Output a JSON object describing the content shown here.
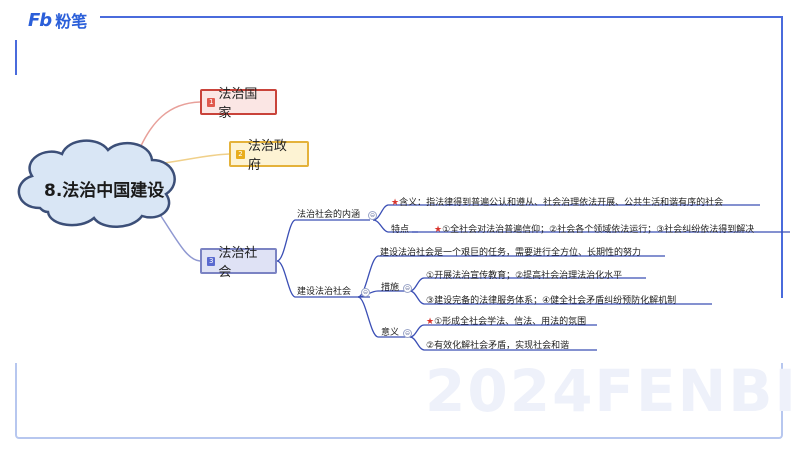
{
  "logo": {
    "mark": "Fb",
    "name": "粉笔"
  },
  "watermark": "2024FENBI",
  "root": {
    "title": "8.法治中国建设"
  },
  "branches": [
    {
      "num": "1",
      "label": "法治国家"
    },
    {
      "num": "2",
      "label": "法治政府"
    },
    {
      "num": "3",
      "label": "法治社会"
    }
  ],
  "society": {
    "connotation": {
      "label": "法治社会的内涵",
      "meaning_prefix": "含义：",
      "meaning": "指法律得到普遍公认和遵从、社会治理依法开展、公共生活和谐有序的社会",
      "features_label": "特点",
      "features": "①全社会对法治普遍信仰；②社会各个领域依法运行；③社会纠纷依法得到解决"
    },
    "build": {
      "label": "建设法治社会",
      "summary": "建设法治社会是一个艰巨的任务，需要进行全方位、长期性的努力",
      "measures_label": "措施",
      "measure_1": "①开展法治宣传教育；②提高社会治理法治化水平",
      "measure_2": "③建设完备的法律服务体系；④健全社会矛盾纠纷预防化解机制",
      "significance_label": "意义",
      "significance_1": "①形成全社会学法、信法、用法的氛围",
      "significance_2": "②有效化解社会矛盾，实现社会和谐"
    }
  },
  "star_glyph": "★",
  "collapse_glyph": "⊖"
}
